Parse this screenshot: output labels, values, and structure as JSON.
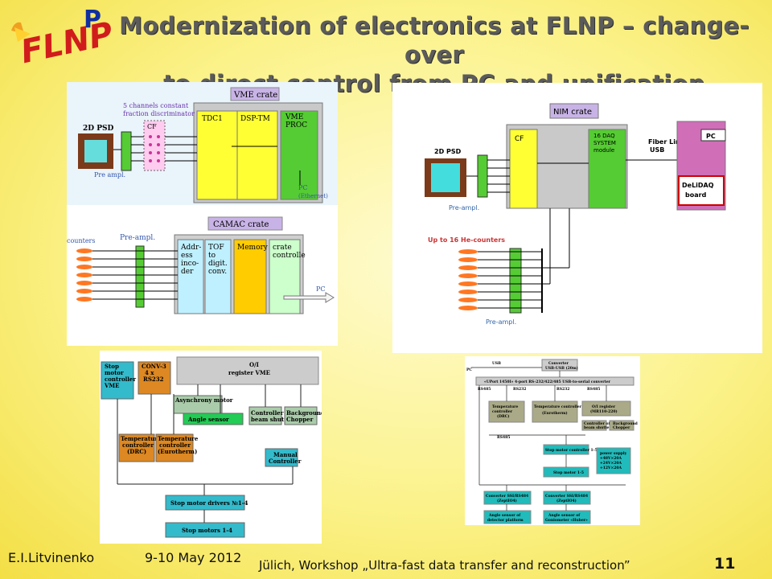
{
  "slide": {
    "logo_text": "FLNP",
    "title_line1": "Modernization of electronics at FLNP – change-over",
    "title_line2": "to direct control from PC and unification"
  },
  "footer": {
    "author": "E.I.Litvinenko",
    "date": "9-10 May 2012",
    "event": "Jülich, Workshop „Ultra-fast data transfer and reconstruction”",
    "page_number": "11"
  },
  "panel_a": {
    "vme_crate": "VME crate",
    "psd": "2D PSD",
    "discriminator": [
      "5 channels constant",
      "fraction discriminator"
    ],
    "cf": "CF",
    "preampl": "Pre ampl.",
    "tdc": "TDC1",
    "dsp": "DSP-TM",
    "vme_proc": [
      "VME",
      "PROC"
    ],
    "pc": "PC",
    "ethernet": "(Ethernet)",
    "camac_crate": "CAMAC crate",
    "counters": "counters",
    "preampl2": "Pre-ampl.",
    "addr": [
      "Addr-",
      "ess",
      "inco-",
      "der"
    ],
    "tof": [
      "TOF",
      "to",
      "digit.",
      "conv."
    ],
    "memory": "Memory",
    "crate_ctrl": [
      "crate",
      "controlle"
    ],
    "pc2": "PC"
  },
  "panel_b": {
    "nim_crate": "NIM crate",
    "psd": "2D PSD",
    "cf": "CF",
    "daq": [
      "16 DAQ",
      "SYSTEM",
      "module"
    ],
    "fiber": [
      "Fiber Link-",
      "USB"
    ],
    "pc": "PC",
    "delidaq": [
      "DeLiDAQ",
      "board"
    ],
    "preampl": "Pre-ampl.",
    "he_counters": "Up to 16 He-counters",
    "preampl2": "Pre-ampl."
  },
  "panel_c": {
    "stop_motor_ctrl": [
      "Stop",
      "motor",
      "controller",
      "VME"
    ],
    "conv": [
      "CONV-3",
      "4 x",
      "RS232"
    ],
    "oi_register": [
      "O/I",
      "register VME"
    ],
    "async_motor": "Asynchrony motor",
    "angle_sensor": "Angle sensor",
    "ctrl_beam": [
      "Controller of",
      "beam shutter"
    ],
    "background": [
      "Background",
      "Chopper"
    ],
    "temp1": [
      "Temperature",
      "controller",
      "(DRC)"
    ],
    "temp2": [
      "Temperature",
      "controller",
      "(Eurotherm)"
    ],
    "manual": [
      "Manual",
      "Controller"
    ],
    "drivers": "Stop motor drivers №1-4",
    "motors": "Stop motors 1-4"
  },
  "panel_d": {
    "usb": "USB",
    "pc": "PC",
    "converter": [
      "Converter",
      "USB-USB (20m)"
    ],
    "uport": "«UPort 1450I» 4-port RS-232/422/485 USB-to-serial converter",
    "rs485a": "RS485",
    "rs232a": "RS232",
    "rs232b": "RS232",
    "rs485b": "RS485",
    "temp1": [
      "Temperature",
      "controller",
      "(DRC)"
    ],
    "temp2": [
      "Temperature controller",
      "(Eurotherm)"
    ],
    "oi": [
      "O/I register",
      "(MR110-220)"
    ],
    "ctrl_beam": [
      "Controller of",
      "beam shutter"
    ],
    "background": [
      "Background",
      "Chopper"
    ],
    "rs485c": "RS485",
    "stop_ctrl": "Stop motor controller 1-5",
    "stop_motor": "Stop motor 1-5",
    "power": [
      "power supply",
      "+48V×20A",
      "+24V×20A",
      "+12V×20A"
    ],
    "conv1": [
      "Converter SSI/RS484",
      "(ZeptIO4)"
    ],
    "conv2": [
      "Converter SSI/RS484",
      "(ZeptIO4)"
    ],
    "angle1": [
      "Angle sensor of",
      "detector platform"
    ],
    "angle2": [
      "Angle sensor of",
      "Goniometer «Huber»"
    ]
  }
}
